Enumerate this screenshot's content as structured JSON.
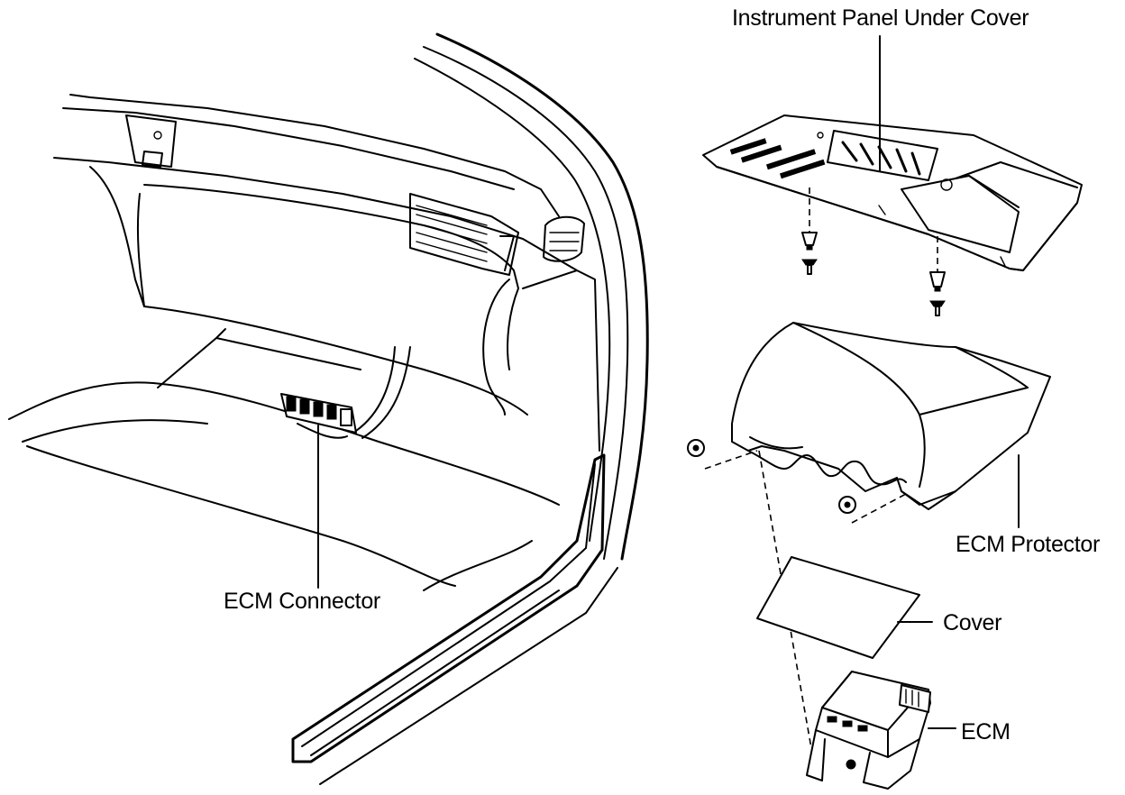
{
  "labels": {
    "instrument_panel_under_cover": "Instrument Panel Under Cover",
    "ecm_connector": "ECM Connector",
    "ecm_protector": "ECM Protector",
    "cover": "Cover",
    "ecm": "ECM"
  },
  "colors": {
    "line": "#000000",
    "background": "#ffffff"
  }
}
